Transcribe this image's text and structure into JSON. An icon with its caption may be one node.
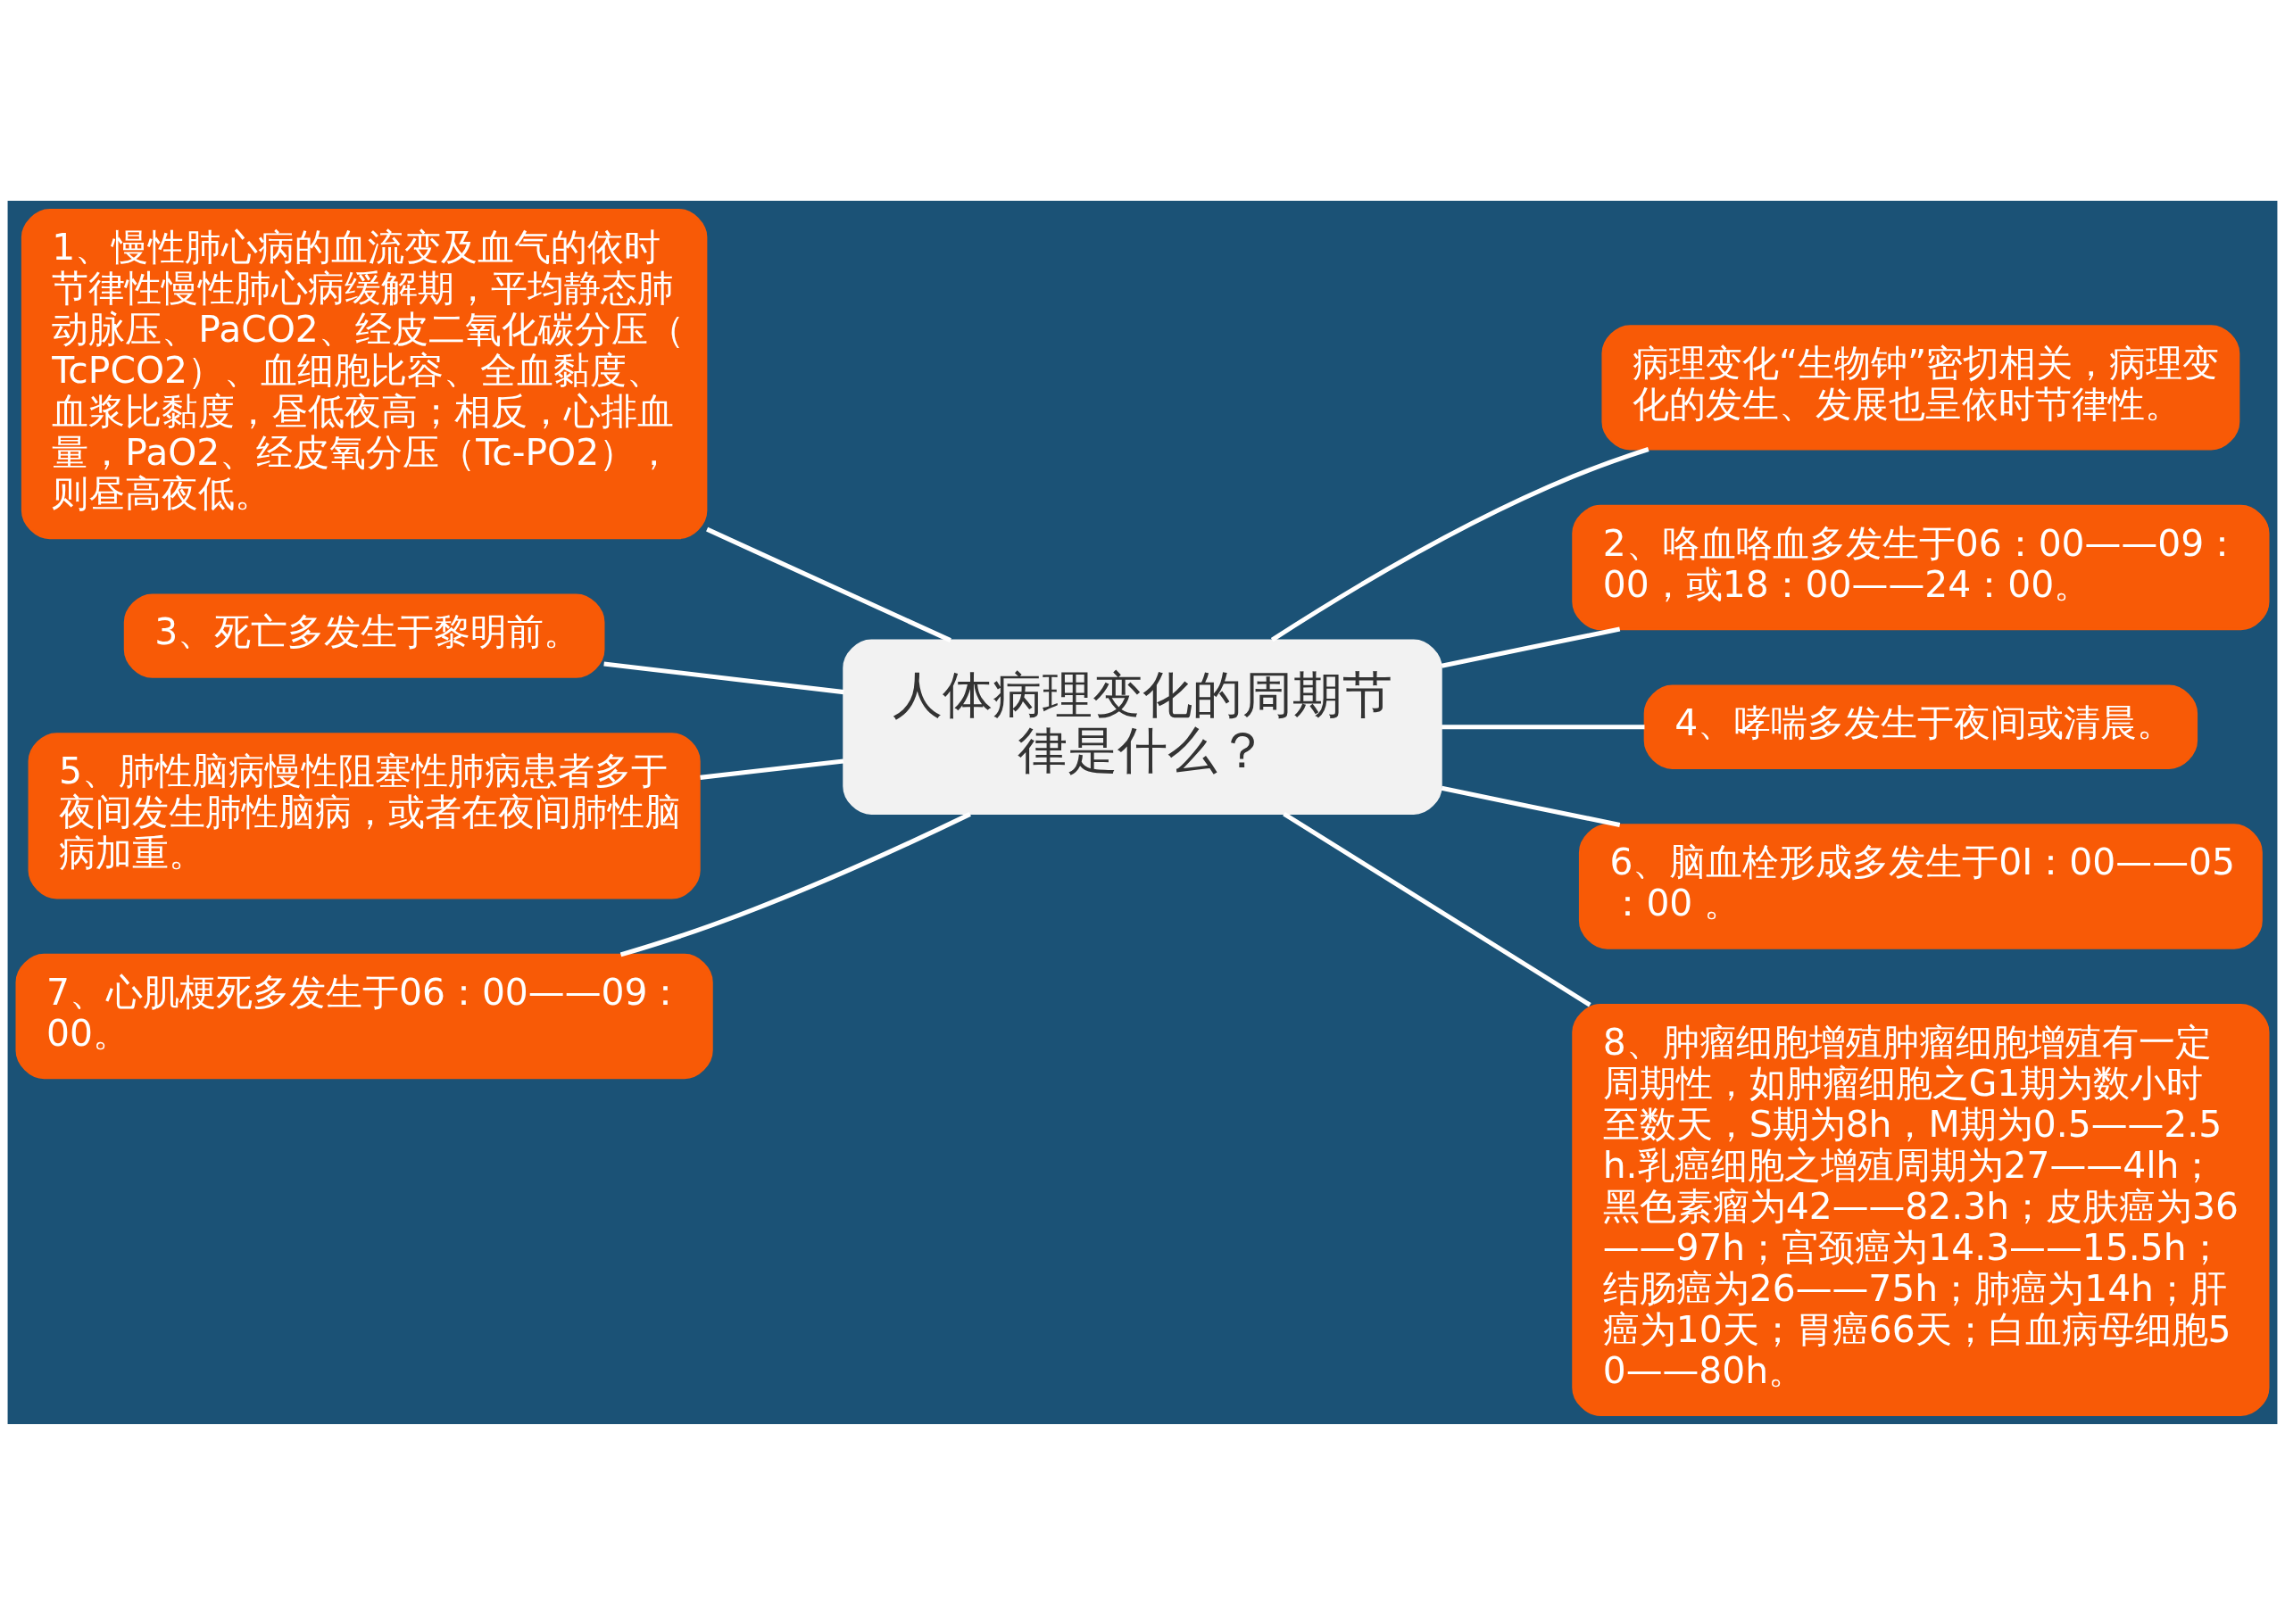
{
  "diagram": {
    "nodes": [
      {
        "text": [
          "人体病理变化的周期节律是什么？"
        ]
      },
      {
        "text": [
          "1、慢性肺心病的血流变及血气的依时节律性慢性肺心病缓解期，平均静态肺动脉压、PaCO2、经皮二氧化碳分压（TcPCO2）、血细胞比容、全血黏度、血浆比黏度，昼低夜高；相反，心排血量，PaO2、经皮氧分压（Tc-PO2），则昼高夜低。"
        ]
      },
      {
        "text": [
          "3、死亡多发生于黎明前。"
        ]
      },
      {
        "text": [
          "5、肺性脑病慢性阻塞性肺病患者多于夜间发生肺性脑病，或者在夜间肺性脑病加重。"
        ]
      },
      {
        "text": [
          "7、心肌梗死多发生于06：00——09：00。"
        ]
      },
      {
        "text": [
          "病理变化“生物钟”密切相关，病理变化的发生、发展也呈依时节律性。"
        ]
      },
      {
        "text": [
          "2、咯血咯血多发生于06：00——09：00，或18：00——24：00。"
        ]
      },
      {
        "text": [
          "4、哮喘多发生于夜间或清晨。"
        ]
      },
      {
        "text": [
          "6、脑血栓形成多发生于0I：00——05：00 。"
        ]
      },
      {
        "text": [
          "8、肿瘤细胞增殖肿瘤细胞增殖有一定周期性，如肿瘤细胞之G1期为数小时至数天，S期为8h，M期为0.5——2.5h.乳癌细胞之增殖周期为27——4lh；黑色素瘤为42——82.3h；皮肤癌为36——97h；宫颈癌为14.3——15.5h；结肠癌为26——75h；肺癌为14h；肝癌为10天；胃癌66天；白血病母细胞50——80h。"
        ]
      }
    ],
    "edges": [
      {
        "from": 0,
        "to": 1,
        "arrow": "none"
      },
      {
        "from": 0,
        "to": 2,
        "arrow": "none"
      },
      {
        "from": 0,
        "to": 3,
        "arrow": "none"
      },
      {
        "from": 0,
        "to": 4,
        "arrow": "none"
      },
      {
        "from": 0,
        "to": 5,
        "arrow": "none"
      },
      {
        "from": 0,
        "to": 6,
        "arrow": "none"
      },
      {
        "from": 0,
        "to": 7,
        "arrow": "none"
      },
      {
        "from": 0,
        "to": 8,
        "arrow": "none"
      },
      {
        "from": 0,
        "to": 9,
        "arrow": "none"
      }
    ]
  }
}
